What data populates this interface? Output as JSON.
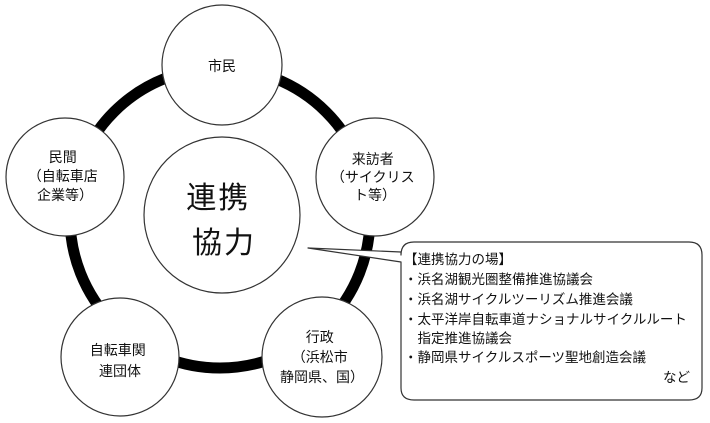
{
  "center": {
    "lines": [
      "連携",
      "協力"
    ]
  },
  "nodes": [
    {
      "id": "shimin",
      "lines": [
        "市民"
      ]
    },
    {
      "id": "raihousha",
      "lines": [
        "来訪者",
        "（サイクリス",
        "ト等）"
      ]
    },
    {
      "id": "gyousei",
      "lines": [
        "行政",
        "（浜松市",
        "静岡県、国）"
      ]
    },
    {
      "id": "jitensha-dantai",
      "lines": [
        "自転車関",
        "連団体"
      ]
    },
    {
      "id": "minkan",
      "lines": [
        "民間",
        "（自転車店",
        "企業等）"
      ]
    }
  ],
  "callout": {
    "heading": "【連携協力の場】",
    "items": [
      "・浜名湖観光圏整備推進協議会",
      "・浜名湖サイクルツーリズム推進会議",
      "・太平洋岸自転車道ナショナルサイクルルート",
      "　指定推進協議会",
      "・静岡県サイクルスポーツ聖地創造会議"
    ],
    "footer": "など"
  },
  "colors": {
    "ring": "#000000",
    "circle_stroke": "#333333",
    "fill": "#ffffff",
    "text": "#111111"
  }
}
